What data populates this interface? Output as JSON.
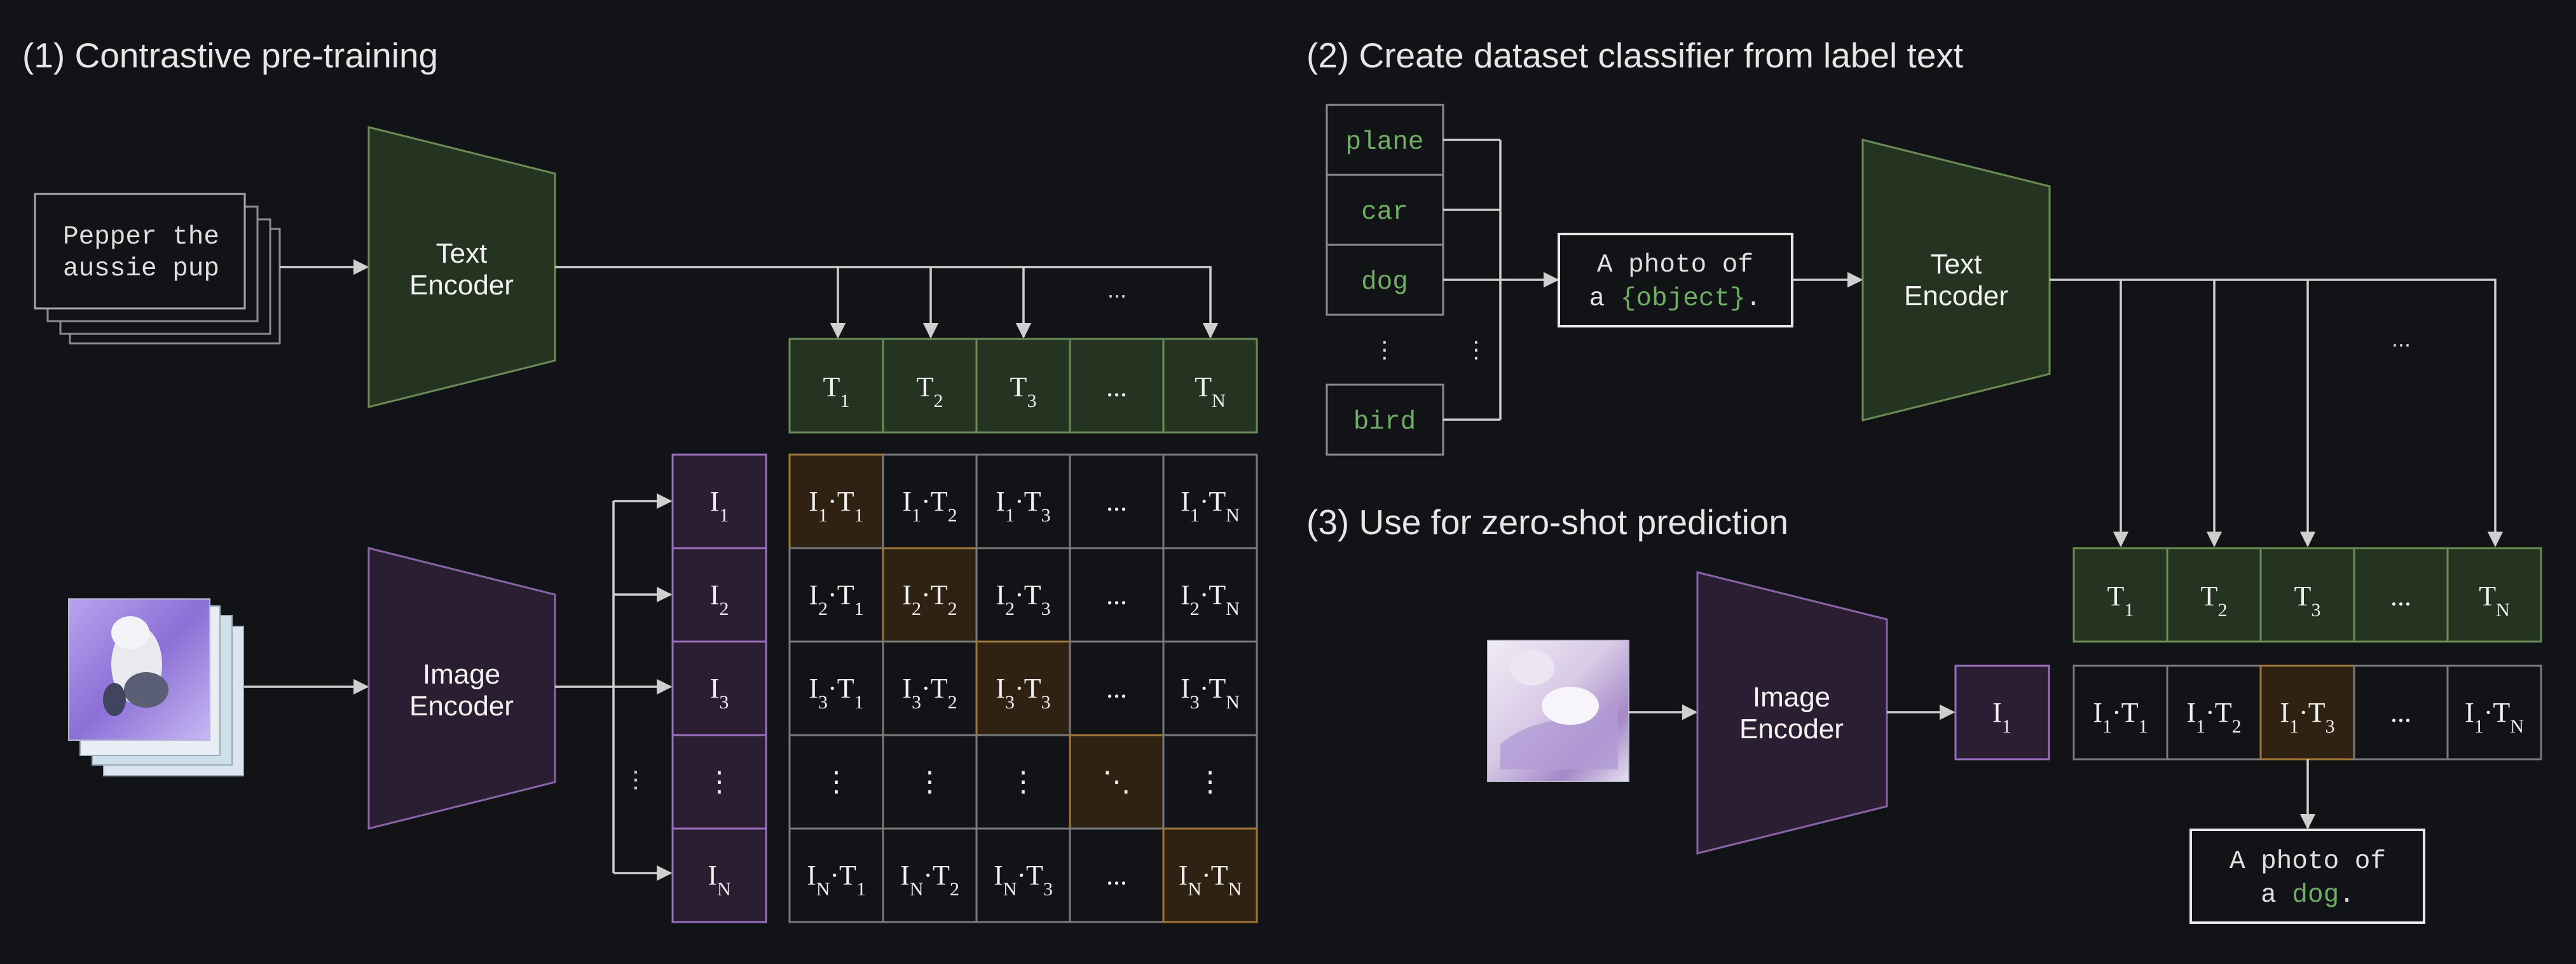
{
  "sections": {
    "pretraining": "(1) Contrastive pre-training",
    "classifier": "(2) Create dataset classifier from label text",
    "zeroshot": "(3) Use for zero-shot prediction"
  },
  "encoders": {
    "text": [
      "Text",
      "Encoder"
    ],
    "image": [
      "Image",
      "Encoder"
    ]
  },
  "caption": [
    "Pepper the",
    "aussie pup"
  ],
  "labels": [
    "plane",
    "car",
    "dog",
    "bird"
  ],
  "template": {
    "line1": "A photo of",
    "prefix": "a ",
    "placeholder": "{object}",
    "suffix": "."
  },
  "prediction": {
    "line1": "A photo of",
    "prefix": "a ",
    "word": "dog",
    "suffix": "."
  },
  "ellipsis": "...",
  "vdots": "⋮",
  "ddots": "⋱",
  "text_features": [
    "T1",
    "T2",
    "T3",
    "...",
    "TN"
  ],
  "image_features": [
    "I1",
    "I2",
    "I3",
    "⋮",
    "IN"
  ],
  "colors": {
    "background": "#121316",
    "text_encoder": "#253321",
    "image_encoder": "#2b1e33",
    "highlight": "#2f2212",
    "label_green": "#6fae64"
  }
}
